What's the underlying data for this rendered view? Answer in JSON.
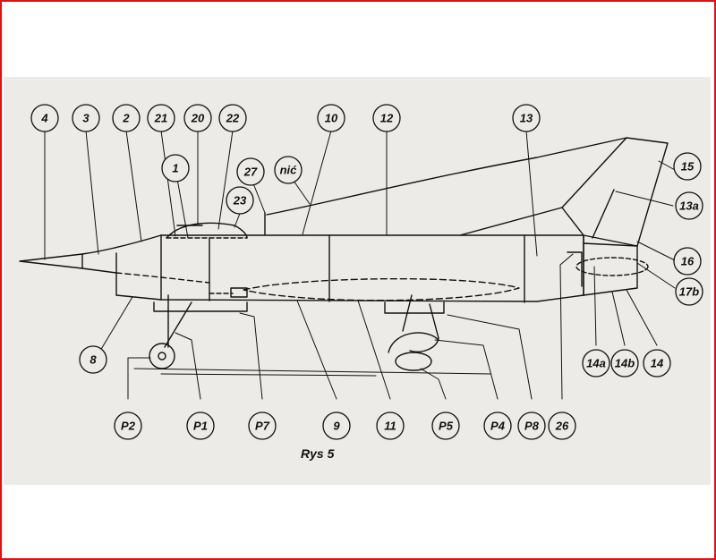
{
  "caption": "Rys 5",
  "callouts": [
    {
      "id": "c4",
      "text": "4"
    },
    {
      "id": "c3",
      "text": "3"
    },
    {
      "id": "c2",
      "text": "2"
    },
    {
      "id": "c21",
      "text": "21"
    },
    {
      "id": "c20",
      "text": "20"
    },
    {
      "id": "c22",
      "text": "22"
    },
    {
      "id": "c10",
      "text": "10"
    },
    {
      "id": "c12",
      "text": "12"
    },
    {
      "id": "c13",
      "text": "13"
    },
    {
      "id": "c1",
      "text": "1"
    },
    {
      "id": "c27",
      "text": "27"
    },
    {
      "id": "cnic",
      "text": "nić"
    },
    {
      "id": "c23",
      "text": "23"
    },
    {
      "id": "c15",
      "text": "15"
    },
    {
      "id": "c13a",
      "text": "13a"
    },
    {
      "id": "c16",
      "text": "16"
    },
    {
      "id": "c17b",
      "text": "17b"
    },
    {
      "id": "c8",
      "text": "8"
    },
    {
      "id": "c14a",
      "text": "14a"
    },
    {
      "id": "c14b",
      "text": "14b"
    },
    {
      "id": "c14",
      "text": "14"
    },
    {
      "id": "cP2",
      "text": "P2"
    },
    {
      "id": "cP1",
      "text": "P1"
    },
    {
      "id": "cP7",
      "text": "P7"
    },
    {
      "id": "c9",
      "text": "9"
    },
    {
      "id": "c11",
      "text": "11"
    },
    {
      "id": "cP5",
      "text": "P5"
    },
    {
      "id": "cP4",
      "text": "P4"
    },
    {
      "id": "cP8",
      "text": "P8"
    },
    {
      "id": "c26",
      "text": "26"
    }
  ],
  "colors": {
    "ink": "#111111",
    "paper": "#ecebe8",
    "frame": "#e01010"
  }
}
